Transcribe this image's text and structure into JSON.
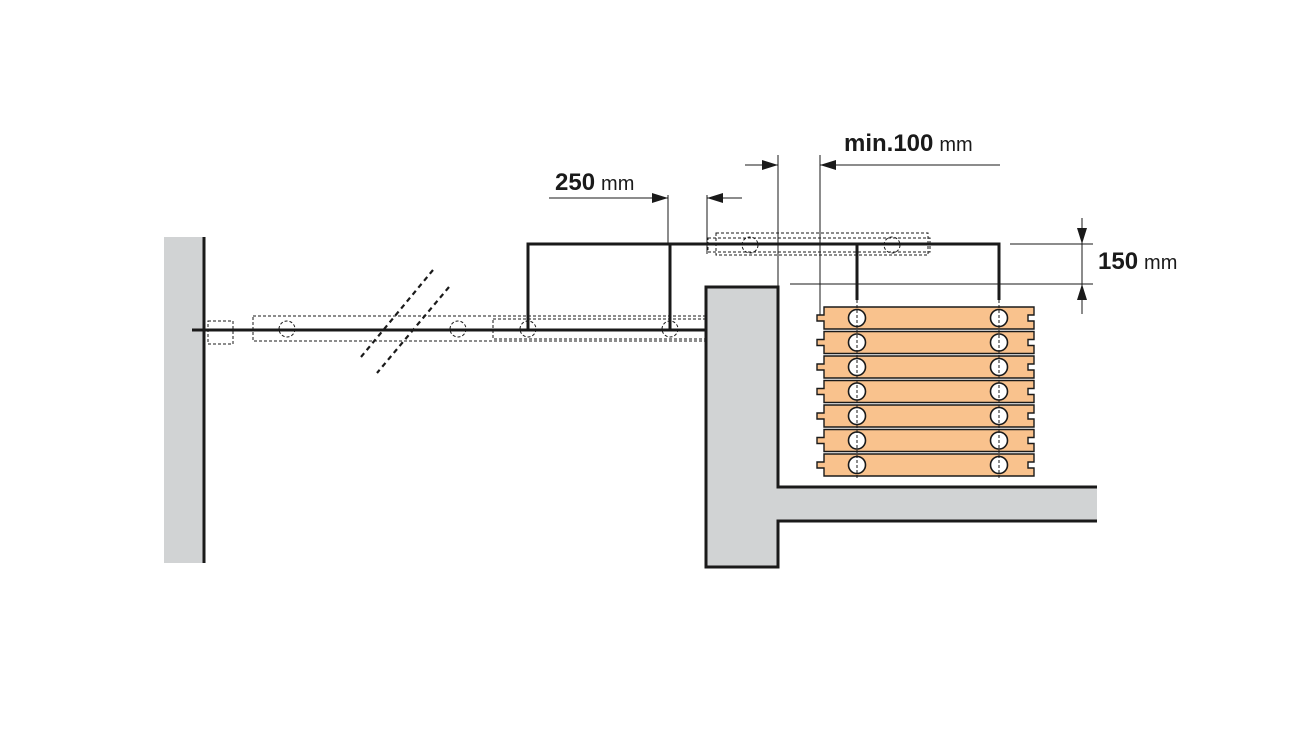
{
  "dimensions": {
    "min_clearance": {
      "number": "min.100",
      "unit": "mm"
    },
    "spacing": {
      "number": "250",
      "unit": "mm"
    },
    "height": {
      "number": "150",
      "unit": "mm"
    }
  },
  "colors": {
    "wall": "#d1d3d4",
    "plank": "#f9c28d",
    "line": "#1a1a1a"
  },
  "plank_count": 7
}
